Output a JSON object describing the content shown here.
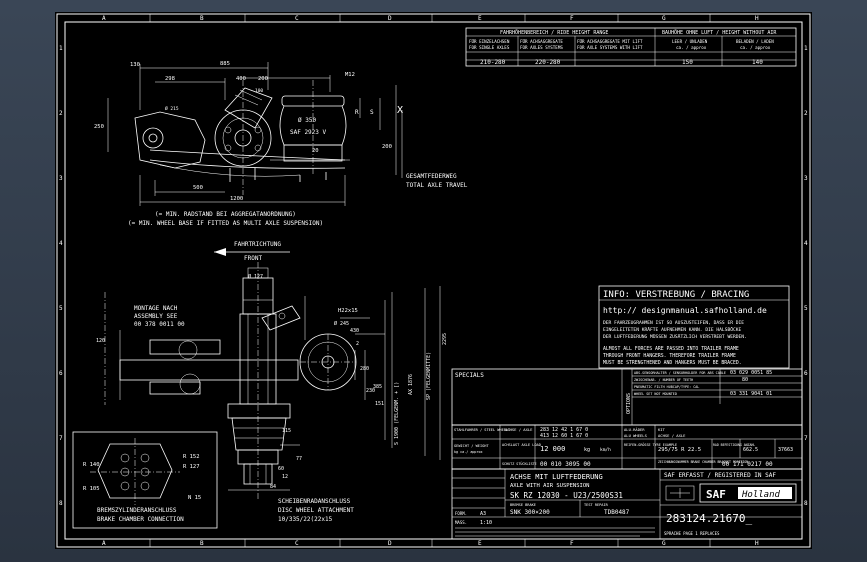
{
  "border": {
    "cols": [
      "A",
      "B",
      "C",
      "D",
      "E",
      "F",
      "G",
      "H"
    ],
    "rows": [
      "1",
      "2",
      "3",
      "4",
      "5",
      "6",
      "7",
      "8"
    ]
  },
  "height_table": {
    "title": "FAHRHÖHENBEREICH / RIDE HEIGHT RANGE",
    "title2": "BAUHÖHE OHNE LUFT / HEIGHT WITHOUT AIR",
    "h1a": "FÜR EINZELACHSEN",
    "h1b": "FOR SINGLE AXLES",
    "h2a": "FÜR ACHSAGGREGATE",
    "h2b": "FOR AXLES SYSTEMS",
    "h3a": "FÜR ACHSAGGREGATE MIT LIFT",
    "h3b": "FOR AXLE SYSTEMS WITH LIFT",
    "h4a": "LEER / UNLADEN",
    "h4b": "ca. / approx",
    "h5a": "BELADEN / LADEN",
    "h5b": "ca. / approx",
    "v1": "210-280",
    "v2": "220-280",
    "v3": "",
    "v4": "150",
    "v5": "140"
  },
  "side_view": {
    "d130": "130",
    "d885": "885",
    "d298": "298",
    "d400": "400",
    "d200a": "200",
    "m12": "M12",
    "d215": "Ø 215",
    "d100": "100",
    "d350": "Ø 350",
    "saf": "SAF 2923 V",
    "r": "R",
    "s": "S",
    "x": "X",
    "d250": "250",
    "d200": "200",
    "d20": "20",
    "d500": "500",
    "d1200": "1200",
    "note1": "(= MIN. RADSTAND BEI AGGREGATANORDNUNG)",
    "note2": "(= MIN. WHEEL BASE IF FITTED   AS MULTI AXLE SUSPENSION)",
    "travel1": "GESAMTFEDERWEG",
    "travel2": "TOTAL AXLE TRAVEL"
  },
  "direction": {
    "de": "FAHRTRICHTUNG",
    "en": "FRONT"
  },
  "front_view": {
    "d127": "Ø 127",
    "montage1": "MONTAGE NACH",
    "montage2": "ASSEMBLY SEE",
    "montage3": "00 378 0011 00",
    "h22": "H22x15",
    "d245": "Ø 245",
    "d430": "430",
    "d120": "120",
    "d2": "2",
    "d280": "280",
    "d385": "385",
    "d230": "230",
    "d151": "151",
    "sp": "SP (FELGENMITTE)",
    "ax": "AX 1876",
    "s1": "S 1900 (FELGENM. + [)",
    "d2295": "2295",
    "d115": "115",
    "d77": "77",
    "d60": "60",
    "d12": "12",
    "d84": "84",
    "disc1": "SCHEIBENRADANSCHLUSS",
    "disc2": "DISC WHEEL ATTACHMENT",
    "disc3": "10/335/22(22x15"
  },
  "brake_box": {
    "r140": "R 140",
    "r152": "R 152",
    "r127": "R 127",
    "r105": "R 105",
    "n15": "N 15",
    "t1": "BREMSZYLINDERANSCHLUSS",
    "t2": "BRAKE CHAMBER CONNECTION"
  },
  "info": {
    "title": "INFO: VERSTREBUNG / BRACING",
    "url": "http:// designmanual.safholland.de",
    "de1": "DER FAHRZEUGRAHMEN IST SO AUSZUSTEIFEN, DASS ER DIE",
    "de2": "EINGELEITETEN KRÄFTE AUFNEHMEN KANN. DIE HALSBÖCKE",
    "de3": "DER LUFTFEDERUNG MÜSSEN ZUSÄTZLICH VERSTREBT WERDEN.",
    "en1": "ALMOST ALL FORCES ARE PASSED INTO TRAILER FRAME",
    "en2": "THROUGH FRONT HANGERS. THEREFORE TRAILER FRAME",
    "en3": "MUST BE STRENGTHENED AND HANGERS MUST BE BRACED."
  },
  "specials": {
    "label": "SPECIALS",
    "options": "OPTIONS",
    "o1": "ABS-SENSORHALTER / SENSORHOLDER FOR ABS CABLE",
    "o1v": "03 029 0051 85",
    "o2": "ZWISCHENAB. / NUMBER OF TEETH",
    "o2v": "80",
    "o3": "PNEUMATIC FILTH HUBCAP/TYPE: CAL",
    "o3v": "",
    "o4": "WHEEL SET NOT MOUNTED",
    "o4v": "03 331 9041 01"
  },
  "axle_table": {
    "r1l": "STAHLFAHRER / STEEL WHEELS",
    "r1a": "ACHSE / AXLE",
    "r1v1": "283 12 42 1 67 0",
    "r1v2": "413 12 60 1 67 0",
    "r1b": "ALU-RÄDER",
    "r1c": "ALU WHEELS",
    "r1d": "KIT",
    "r1e": "ACHSE / AXLE",
    "weight_l": "GEWICHT / WEIGHT",
    "weight_u": "kg ca./ approx",
    "load_l": "ACHSLAST AXLE LOAD",
    "load": "12 000",
    "load_u": "kg",
    "speed": "km/h",
    "tyre_l": "REIFEN-GRÖSSE TYRE EXAMPLE",
    "tyre": "295/75 R 22.5",
    "anz_l": "RAD BEFESTIGUNG ANZAHL",
    "anz": "662.5",
    "ratio": "37663",
    "doc_l": "SCHUTZ STÜCKLISTE",
    "doc": "00 010 3095 00",
    "draw_l": "ZEICHNUNGSNUMMER BRAKE CHAMBER BRACKET POSITION",
    "draw": "00 171 0217 00"
  },
  "titleblock": {
    "name1": "ACHSE MIT LUFTFEDERUNG",
    "name2": "AXLE WITH AIR SUSPENSION",
    "model": "SK RZ 12030 - U23/2500S31",
    "brake_l": "BREMSE BRAKE",
    "brake": "SNK 300×200",
    "repair_l": "TEST REPAIR",
    "repair": "TDB0487",
    "reg": "SAF ERFASST / REGISTERED IN SAF",
    "logo1": "SAF",
    "logo2": "Holland",
    "size_l": "FORM.",
    "size": "A3",
    "scale_l": "MASS.",
    "scale": "1:10",
    "number": "283124.21670_",
    "rev": "SPRACHE PAGE 1 REPLACES"
  }
}
